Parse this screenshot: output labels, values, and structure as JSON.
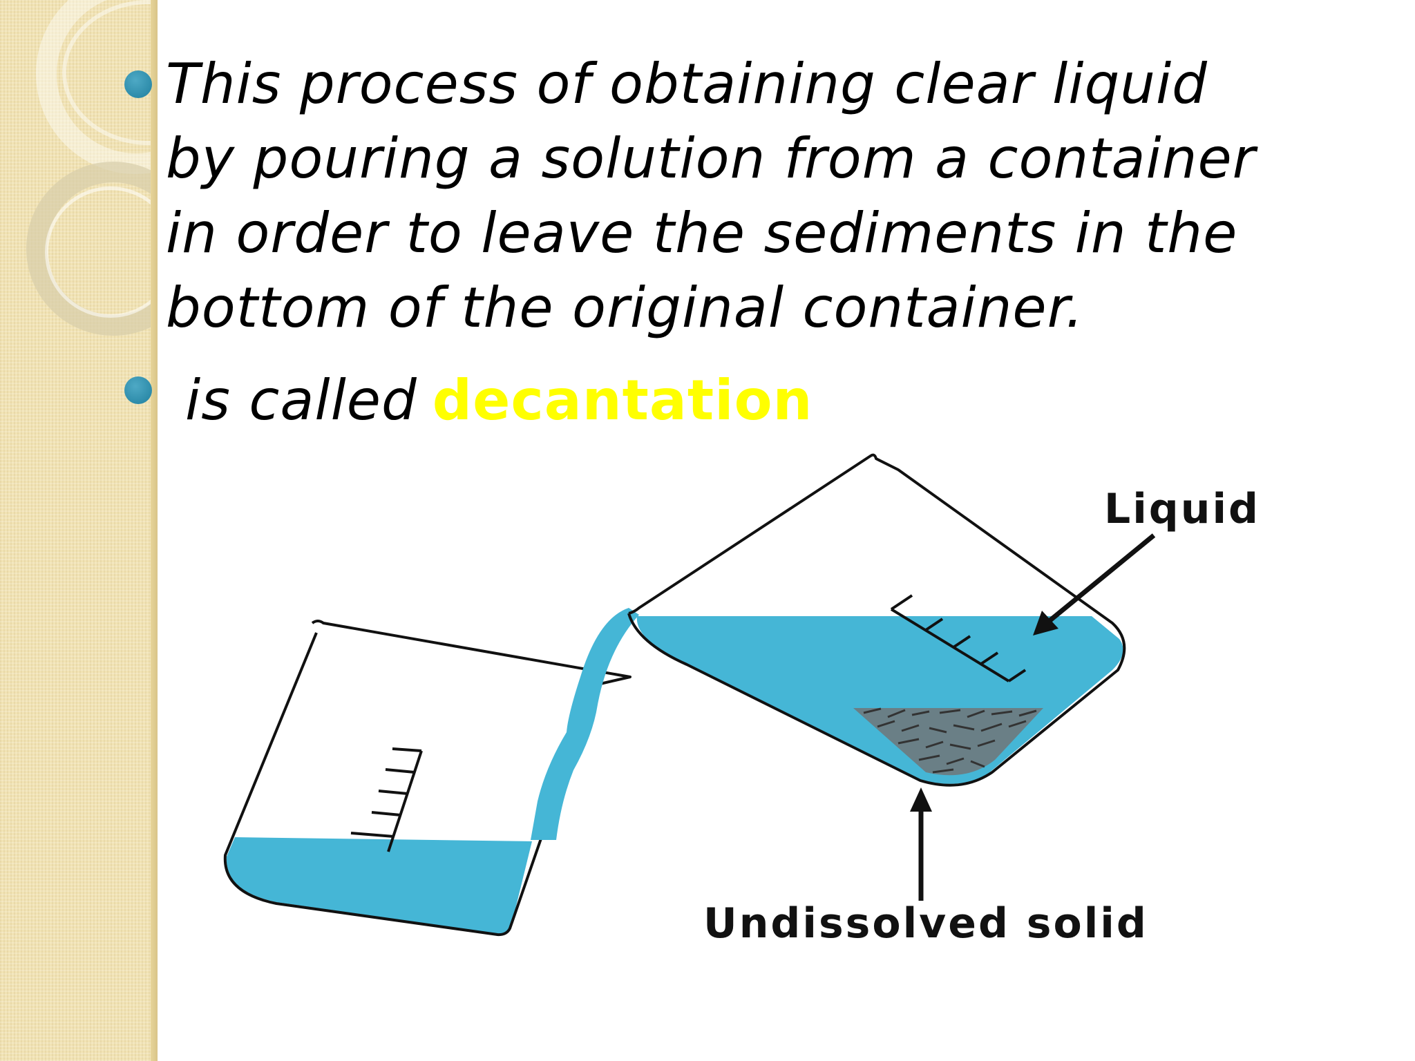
{
  "slide": {
    "bullet_text_lines": [
      "This process of obtaining clear liquid",
      "by pouring a solution from a container",
      "in order to leave the sediments in the",
      "bottom of the original container."
    ],
    "called_prefix": "is called",
    "called_term": "decantation"
  },
  "diagram": {
    "labels": {
      "liquid": "Liquid",
      "undissolved_solid": "Undissolved solid"
    }
  },
  "colors": {
    "liquid": "#45b6d6",
    "highlight": "#ffff00",
    "bullet": "#2a8fb0",
    "side_band": "#f1e3b4"
  }
}
